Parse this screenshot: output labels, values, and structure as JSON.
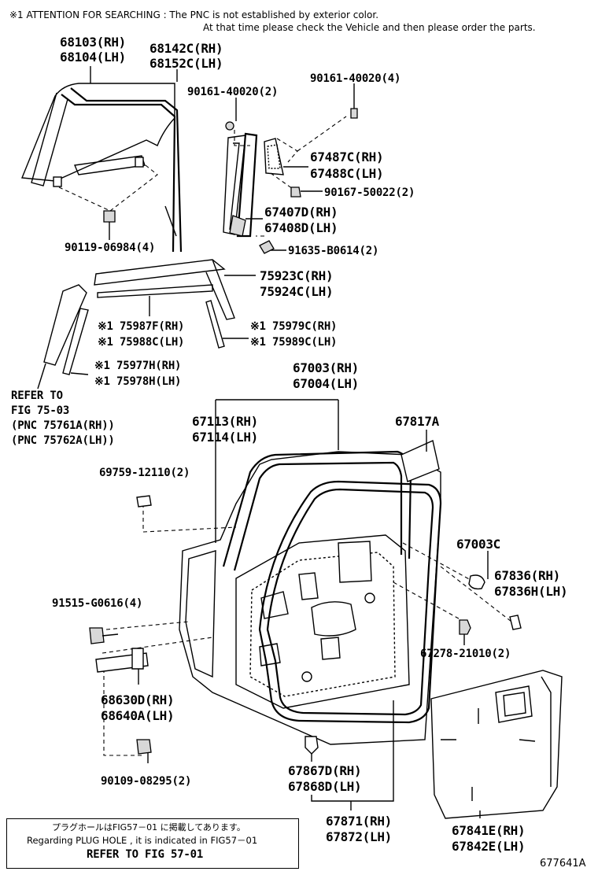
{
  "header": {
    "attention_line1": "※1  ATTENTION FOR SEARCHING : The PNC is not established by exterior color.",
    "attention_line2": "At that time please check the Vehicle and then please order the parts."
  },
  "parts": {
    "p68103": "68103(RH)",
    "p68104": "68104(LH)",
    "p68142c": "68142C(RH)",
    "p68152c": "68152C(LH)",
    "p90161_2": "90161-40020(2)",
    "p90161_4": "90161-40020(4)",
    "p67487c": "67487C(RH)",
    "p67488c": "67488C(LH)",
    "p90167": "90167-50022(2)",
    "p67407d": "67407D(RH)",
    "p67408d": "67408D(LH)",
    "p90119": "90119-06984(4)",
    "p91635": "91635-B0614(2)",
    "p75923c": "75923C(RH)",
    "p75924c": "75924C(LH)",
    "p75987f": "※1 75987F(RH)",
    "p75988c": "※1 75988C(LH)",
    "p75979c": "※1 75979C(RH)",
    "p75989c": "※1 75989C(LH)",
    "p75977h": "※1 75977H(RH)",
    "p75978h": "※1 75978H(LH)",
    "refer1": "REFER TO",
    "refer2": "FIG 75-03",
    "refer3": "(PNC 75761A(RH))",
    "refer4": "(PNC 75762A(LH))",
    "p67003": "67003(RH)",
    "p67004": "67004(LH)",
    "p67113": "67113(RH)",
    "p67114": "67114(LH)",
    "p67817a": "67817A",
    "p69759": "69759-12110(2)",
    "p67003c": "67003C",
    "p67836": "67836(RH)",
    "p67836h": "67836H(LH)",
    "p91515": "91515-G0616(4)",
    "p67278": "67278-21010(2)",
    "p68630d": "68630D(RH)",
    "p68640a": "68640A(LH)",
    "p90109": "90109-08295(2)",
    "p67867d": "67867D(RH)",
    "p67868d": "67868D(LH)",
    "p67871": "67871(RH)",
    "p67872": "67872(LH)",
    "p67841e": "67841E(RH)",
    "p67842e": "67842E(LH)"
  },
  "footer_note": {
    "line_jp": "プラグホールはFIG57－01 に掲載してあります。",
    "line_en": "Regarding  PLUG HOLE , it is indicated in FIG57－01",
    "refer": "REFER TO FIG 57-01"
  },
  "figure_id": "677641A"
}
